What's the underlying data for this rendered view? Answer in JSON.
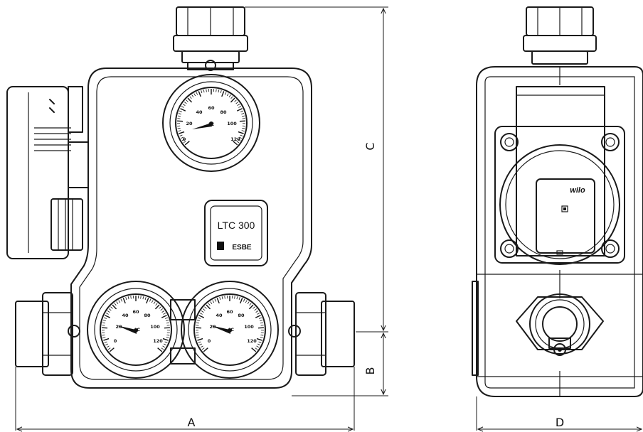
{
  "dimensions": {
    "a": "A",
    "b": "B",
    "c": "C",
    "d": "D"
  },
  "unit": {
    "model": "LTC 300",
    "manufacturer": "ESBE",
    "pump_brand": "wilo"
  },
  "gauges": {
    "top": {
      "unit": "°C",
      "scale": [
        "0",
        "20",
        "40",
        "60",
        "80",
        "100",
        "120"
      ]
    },
    "left": {
      "unit": "°C",
      "scale": [
        "0",
        "20",
        "40",
        "60",
        "80",
        "100",
        "120"
      ]
    },
    "right": {
      "unit": "°C",
      "scale": [
        "0",
        "20",
        "40",
        "60",
        "80",
        "100",
        "120"
      ]
    }
  }
}
